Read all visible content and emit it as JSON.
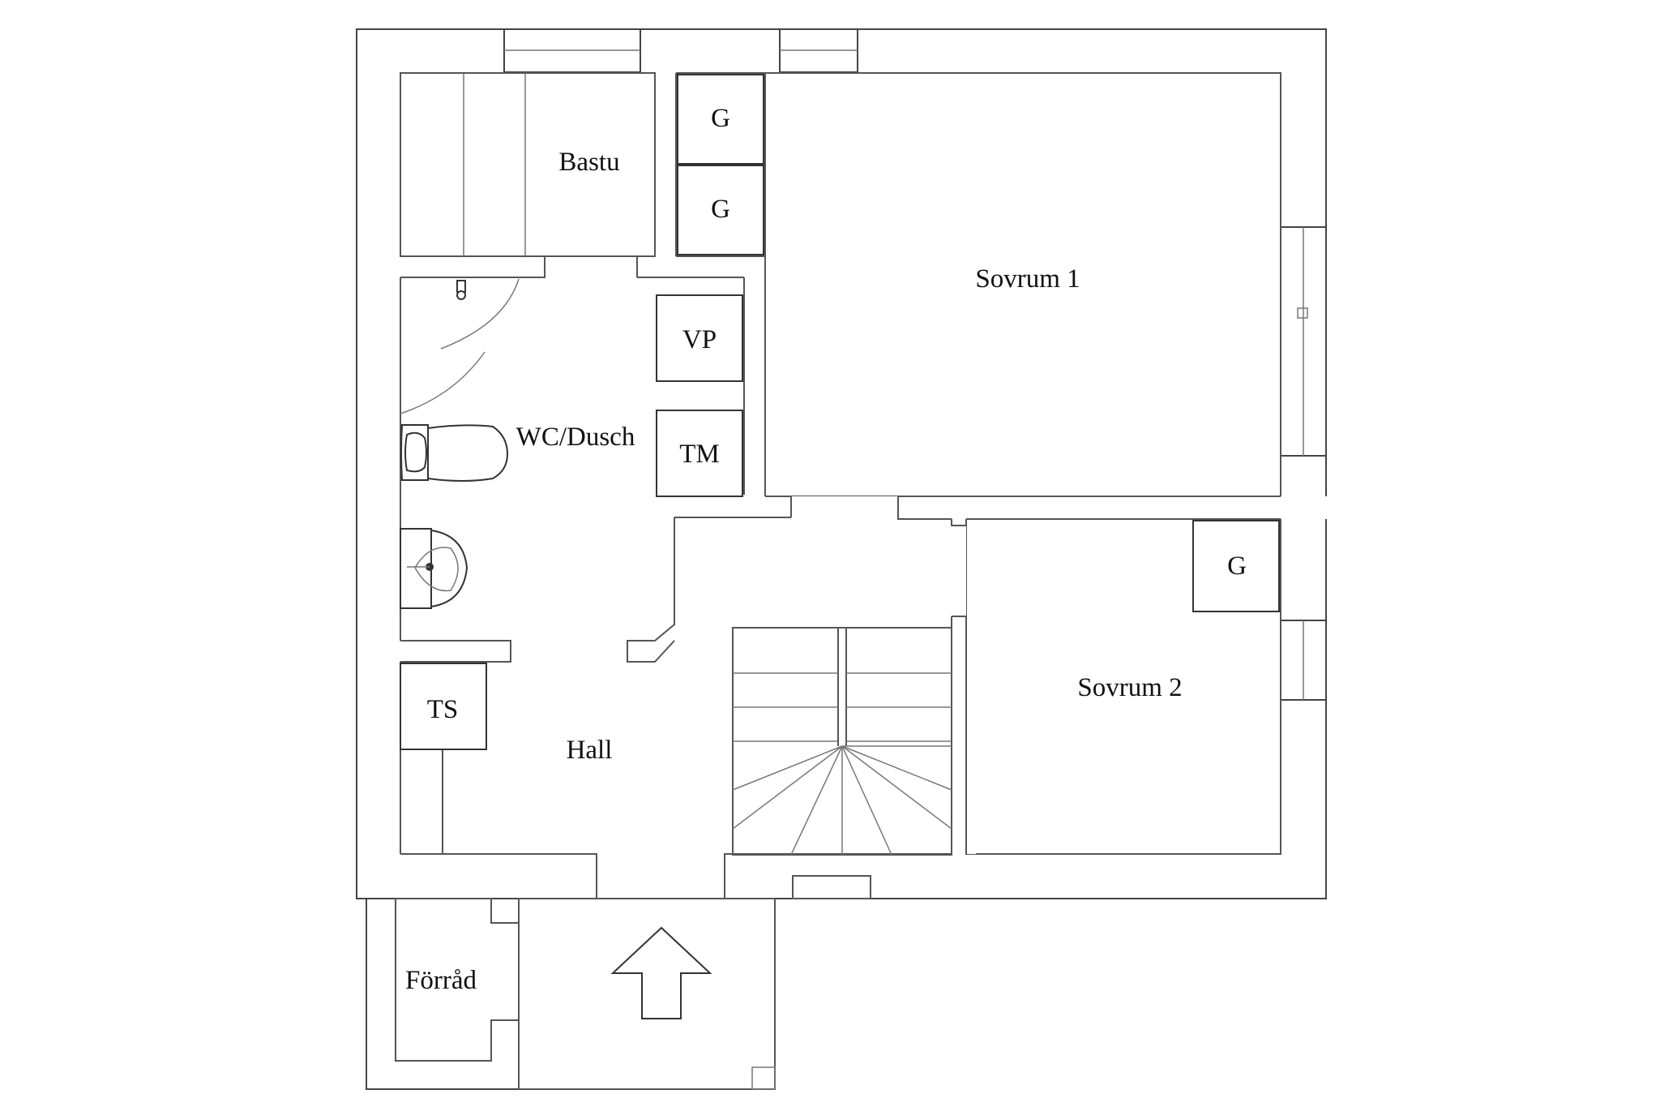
{
  "floor_plan": {
    "rooms": {
      "bastu": "Bastu",
      "sovrum_1": "Sovrum 1",
      "sovrum_2": "Sovrum 2",
      "wc_dusch": "WC/Dusch",
      "hall": "Hall",
      "forrad": "Förråd"
    },
    "cabinets": {
      "g_top_1": "G",
      "g_top_2": "G",
      "g_sovrum_2": "G",
      "vp": "VP",
      "tm": "TM",
      "ts": "TS"
    },
    "entrance_marker": "arrow-up-icon"
  }
}
